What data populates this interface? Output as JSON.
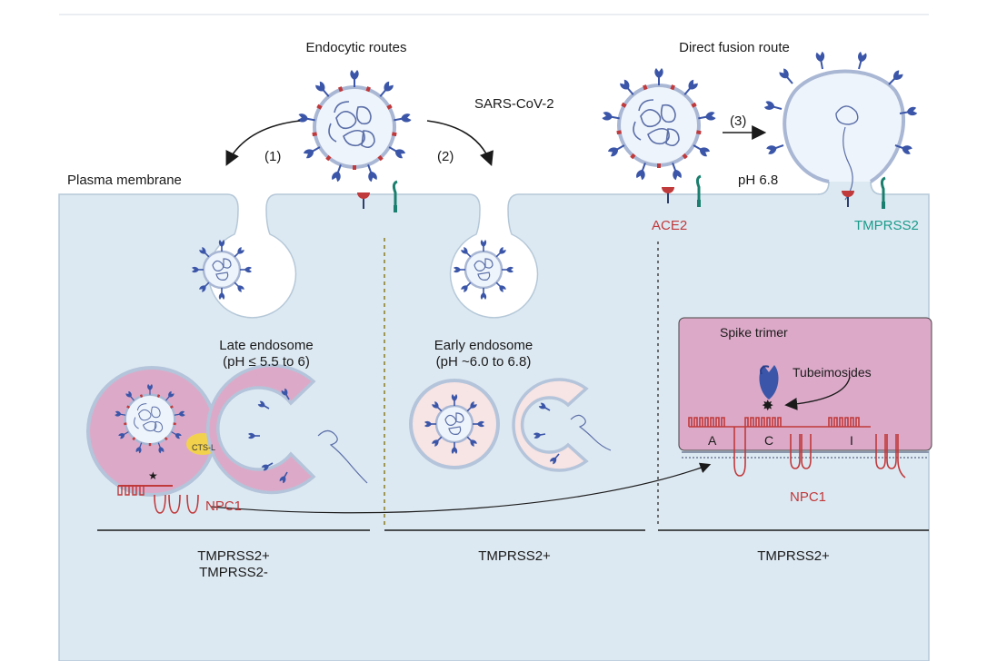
{
  "labels": {
    "endocytic_routes": "Endocytic routes",
    "direct_fusion_route": "Direct fusion route",
    "sars_cov_2": "SARS-CoV-2",
    "plasma_membrane": "Plasma membrane",
    "route_1": "(1)",
    "route_2": "(2)",
    "route_3": "(3)",
    "ph_68": "pH 6.8",
    "ace2": "ACE2",
    "tmprss2_receptor": "TMPRSS2",
    "late_endosome_title": "Late endosome",
    "late_endosome_ph": "(pH ≤ 5.5 to 6)",
    "early_endosome_title": "Early endosome",
    "early_endosome_ph": "(pH ~6.0 to 6.8)",
    "cts_l": "CTS-L",
    "npc1_left": "NPC1",
    "npc1_right": "NPC1",
    "spike_trimer": "Spike trimer",
    "tubeimosides": "Tubeimosides",
    "domain_a": "A",
    "domain_c": "C",
    "domain_i": "I"
  },
  "columns": [
    {
      "lines": [
        "TMPRSS2+",
        "TMPRSS2-"
      ]
    },
    {
      "lines": [
        "TMPRSS2+"
      ]
    },
    {
      "lines": [
        "TMPRSS2+"
      ]
    }
  ],
  "colors": {
    "cell_fill": "#dde9f2",
    "membrane_red": "#c0393b",
    "spike_blue": "#3b56a8",
    "tmprss2_teal": "#1a7f6e",
    "inset_pink": "#dcaac8",
    "cts_yellow": "#f2d24d"
  }
}
